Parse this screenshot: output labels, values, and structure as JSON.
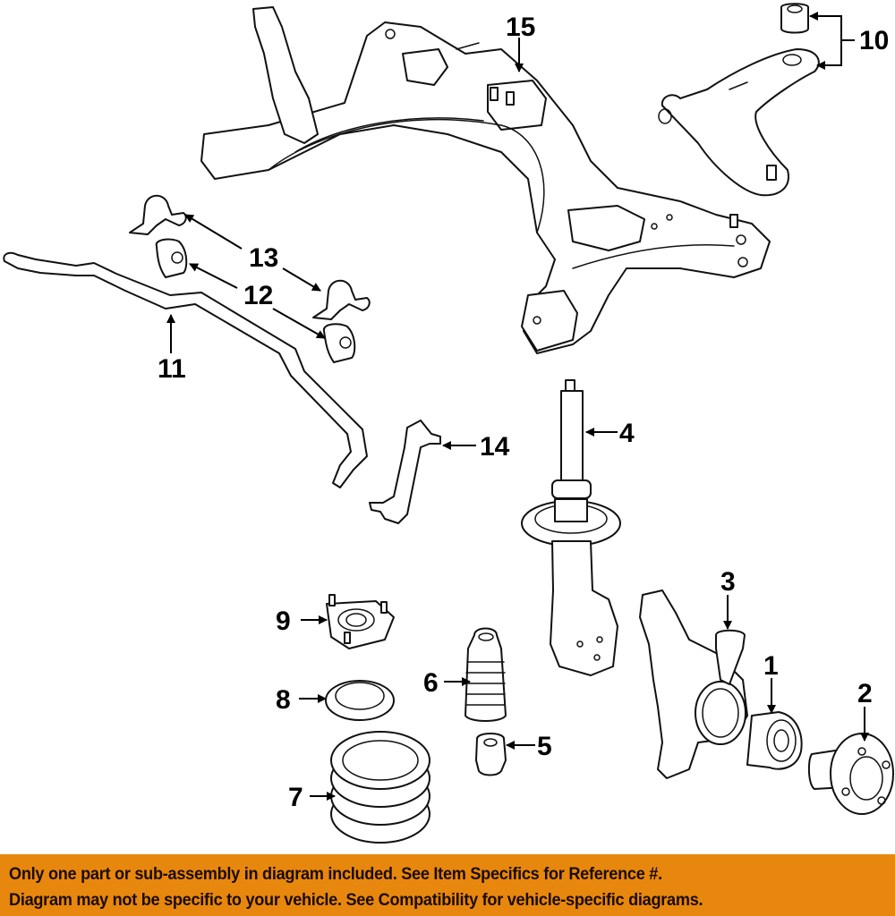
{
  "diagram": {
    "title": "Front Suspension Exploded Parts Diagram",
    "callouts": [
      {
        "id": "1",
        "label": "1",
        "part": "wheel-bearing"
      },
      {
        "id": "2",
        "label": "2",
        "part": "wheel-hub"
      },
      {
        "id": "3",
        "label": "3",
        "part": "ball-joint"
      },
      {
        "id": "4",
        "label": "4",
        "part": "strut-assembly"
      },
      {
        "id": "5",
        "label": "5",
        "part": "bump-stop"
      },
      {
        "id": "6",
        "label": "6",
        "part": "dust-boot"
      },
      {
        "id": "7",
        "label": "7",
        "part": "coil-spring"
      },
      {
        "id": "8",
        "label": "8",
        "part": "spring-insulator"
      },
      {
        "id": "9",
        "label": "9",
        "part": "strut-mount"
      },
      {
        "id": "10",
        "label": "10",
        "part": "lower-control-arm-and-bushing"
      },
      {
        "id": "11",
        "label": "11",
        "part": "stabilizer-bar"
      },
      {
        "id": "12",
        "label": "12",
        "part": "stabilizer-bar-bushing"
      },
      {
        "id": "13",
        "label": "13",
        "part": "stabilizer-bar-bracket"
      },
      {
        "id": "14",
        "label": "14",
        "part": "stabilizer-link"
      },
      {
        "id": "15",
        "label": "15",
        "part": "crossmember-mount"
      }
    ]
  },
  "banner": {
    "line1": "Only one part or sub-assembly in diagram included. See Item Specifics for Reference #.",
    "line2": "Diagram may not be specific to your vehicle. See Compatibility for vehicle-specific diagrams.",
    "background_color": "#E8870E",
    "text_color": "#1a0c00"
  }
}
